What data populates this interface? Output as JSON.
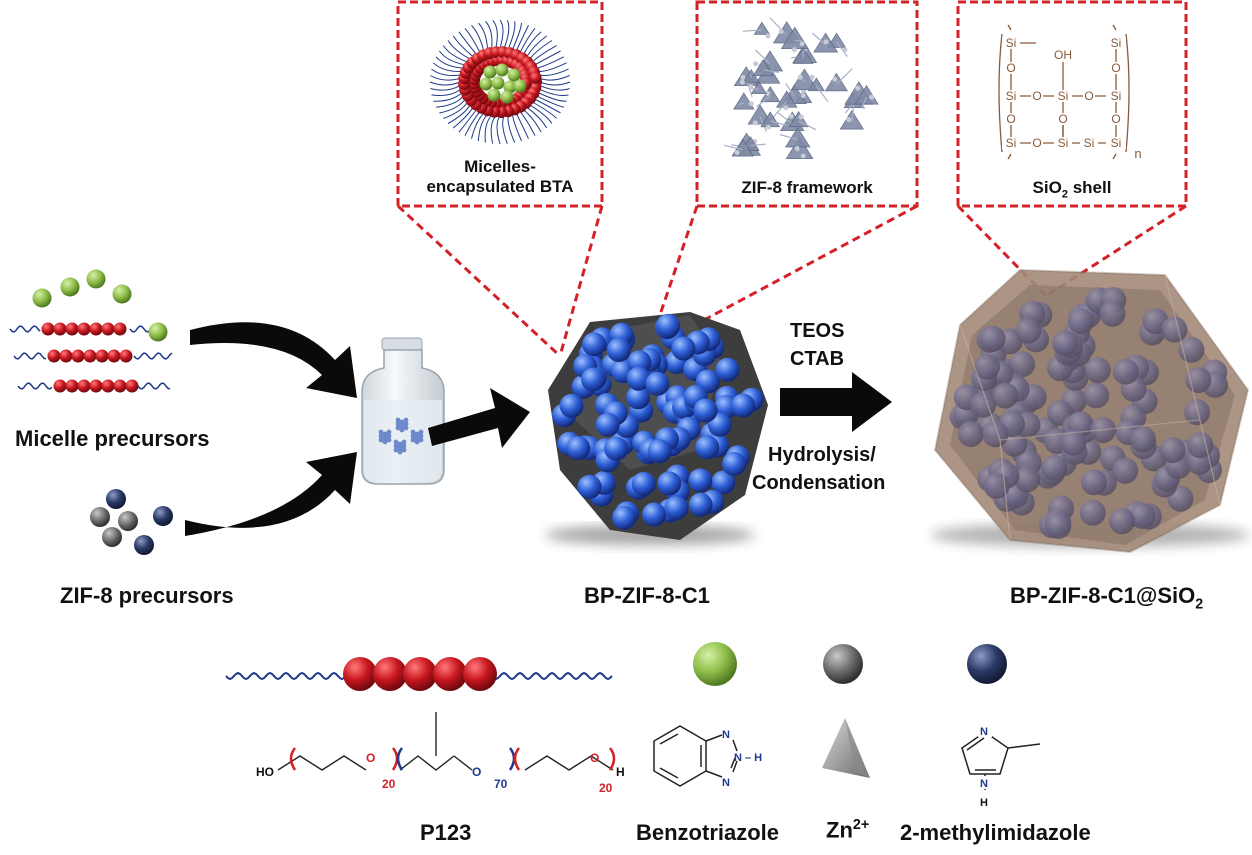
{
  "insets": {
    "micelles_line1": "Micelles-",
    "micelles_line2": "encapsulated BTA",
    "zif8": "ZIF-8 framework",
    "sio2_main": "SiO",
    "sio2_sub": "2",
    "sio2_tail": " shell"
  },
  "labels": {
    "micelle_precursors": "Micelle precursors",
    "zif8_precursors": "ZIF-8 precursors",
    "bp_zif8": "BP-ZIF-8-C1",
    "bp_zif8_sio2_main": "BP-ZIF-8-C1@SiO",
    "bp_zif8_sio2_sub": "2"
  },
  "reaction": {
    "reagent1": "TEOS",
    "reagent2": "CTAB",
    "process1": "Hydrolysis/",
    "process2": "Condensation"
  },
  "legend": {
    "p123": "P123",
    "benzotriazole": "Benzotriazole",
    "zn_main": "Zn",
    "zn_sup": "2+",
    "mim": "2-methylimidazole"
  },
  "structures": {
    "ho": "HO",
    "o": "O",
    "h": "H",
    "n": "N",
    "nh": "N – H",
    "n20a": "20",
    "n70": "70",
    "n20b": "20",
    "si": "Si",
    "oh": "OH",
    "sub_n": "n"
  },
  "colors": {
    "accent_red": "#d42027",
    "micelle_red": "#c8161f",
    "bta_green": "#8fbf4a",
    "zif_blue": "#2e5fd6",
    "zn_gray": "#707070",
    "mim_navy": "#2b3a66",
    "silica_brown": "#8a7260",
    "siloxane_brown": "#8a5a3a"
  }
}
